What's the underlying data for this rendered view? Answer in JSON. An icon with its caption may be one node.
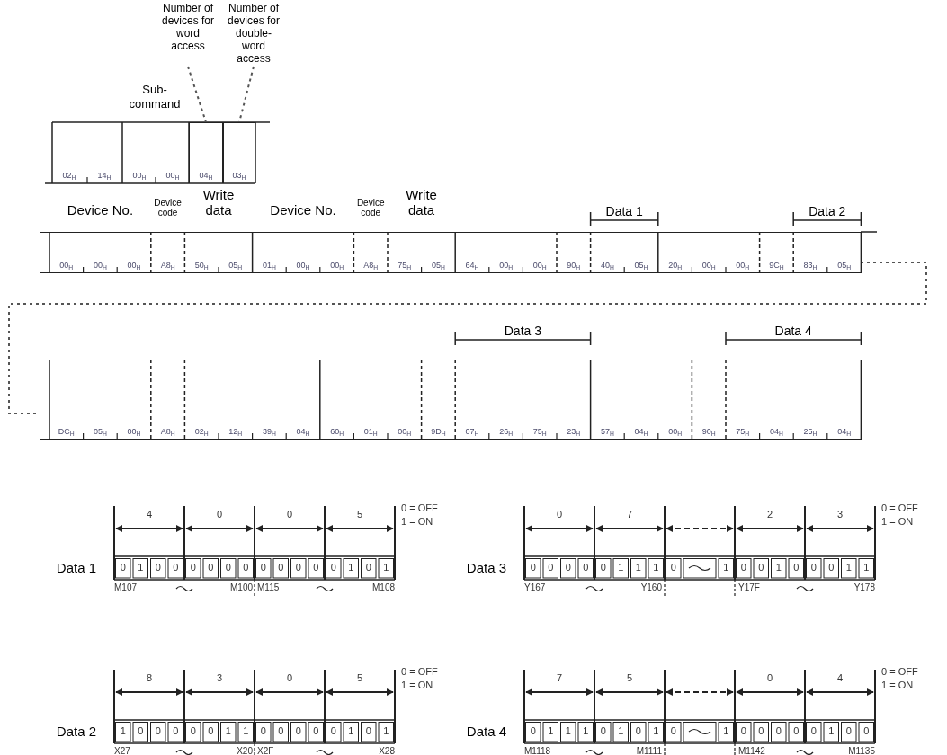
{
  "diagram": {
    "nodes": [
      {
        "text": [
          "Number of devices for word access"
        ]
      },
      {
        "text": [
          "Number of devices for double-word access"
        ]
      },
      {
        "text": [
          "04$_{H}$"
        ]
      },
      {
        "text": [
          "03$_{H}$"
        ]
      },
      {
        "text": [],
        "shape": "box"
      },
      {
        "text": [],
        "shape": "box"
      }
    ],
    "edges": [
      {
        "from": 0,
        "to": 2,
        "arrow": "none",
        "style": "dashed"
      },
      {
        "from": 1,
        "to": 3,
        "arrow": "none",
        "style": "dashed"
      },
      {
        "from": 4,
        "to": 5,
        "arrow": "none",
        "style": "dashed"
      }
    ],
    "labels": [
      "Sub-command",
      "02$_{H}$",
      "14$_{H}$",
      "00$_{H}$",
      "00$_{H}$",
      "Device No.",
      "Device code",
      "Write data",
      "Device No.",
      "Device code",
      "Write data",
      "Data 1",
      "Data 2",
      "00$_{H}$",
      "00$_{H}$",
      "00$_{H}$",
      "A8$_{H}$",
      "50$_{H}$",
      "05$_{H}$",
      "01$_{H}$",
      "00$_{H}$",
      "00$_{H}$",
      "A8$_{H}$",
      "75$_{H}$",
      "05$_{H}$",
      "64$_{H}$",
      "00$_{H}$",
      "00$_{H}$",
      "90$_{H}$",
      "40$_{H}$",
      "05$_{H}$",
      "20$_{H}$",
      "00$_{H}$",
      "00$_{H}$",
      "9C$_{H}$",
      "83$_{H}$",
      "05$_{H}$",
      "Data 3",
      "Data 4",
      "DC$_{H}$",
      "05$_{H}$",
      "00$_{H}$",
      "A8$_{H}$",
      "02$_{H}$",
      "12$_{H}$",
      "39$_{H}$",
      "04$_{H}$",
      "60$_{H}$",
      "01$_{H}$",
      "00$_{H}$",
      "9D$_{H}$",
      "07$_{H}$",
      "26$_{H}$",
      "75$_{H}$",
      "23$_{H}$",
      "57$_{H}$",
      "04$_{H}$",
      "00$_{H}$",
      "90$_{H}$",
      "75$_{H}$",
      "04$_{H}$",
      "25$_{H}$",
      "04$_{H}$",
      "4",
      "0",
      "0",
      "5",
      "0 = OFF",
      "1 = ON",
      "Data 1",
      "0",
      "1",
      "0",
      "0",
      "0",
      "0",
      "0",
      "0",
      "0",
      "0",
      "0",
      "0",
      "0",
      "1",
      "0",
      "1",
      "M107",
      "M100",
      "M115",
      "M108",
      "0",
      "7",
      "2",
      "3",
      "0 = OFF",
      "1 = ON",
      "Data 3",
      "0",
      "0",
      "0",
      "0",
      "0",
      "1",
      "1",
      "1",
      "0",
      "1",
      "0",
      "0",
      "1",
      "0",
      "0",
      "0",
      "1",
      "1",
      "Y167",
      "Y160",
      "Y17F",
      "Y178",
      "8",
      "3",
      "0",
      "5",
      "0 = OFF",
      "1 = ON",
      "Data 2",
      "1",
      "0",
      "0",
      "0",
      "0",
      "0",
      "1",
      "1",
      "0",
      "0",
      "0",
      "0",
      "0",
      "1",
      "0",
      "1",
      "X27",
      "X20",
      "X2F",
      "X28",
      "7",
      "5",
      "0",
      "4",
      "0 = OFF",
      "1 = ON",
      "Data 4",
      "0",
      "1",
      "1",
      "1",
      "0",
      "1",
      "0",
      "1",
      "0",
      "1",
      "0",
      "0",
      "0",
      "0",
      "0",
      "1",
      "0",
      "0",
      "M1118",
      "M1111",
      "M1142",
      "M1135"
    ]
  }
}
